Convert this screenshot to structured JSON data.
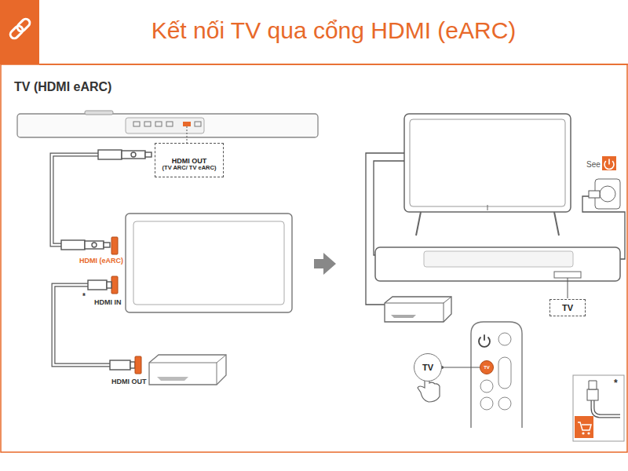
{
  "diagram": {
    "title": "Kết nối TV qua cổng HDMI (eARC)",
    "nodes": [
      {
        "text": [
          "HDMI OUT",
          "(TV ARC/ TV eARC)"
        ]
      },
      {
        "text": [
          "TV"
        ]
      },
      {
        "text": [
          "TV"
        ]
      },
      {
        "text": [
          "TV"
        ]
      }
    ],
    "edges": [
      {
        "from": 2,
        "to": 3,
        "arrow": "none"
      }
    ],
    "labels": [
      "TV (HDMI eARC)",
      "HDMI (eARC)",
      "*",
      "HDMI IN",
      "HDMI OUT",
      "See",
      "*"
    ]
  }
}
